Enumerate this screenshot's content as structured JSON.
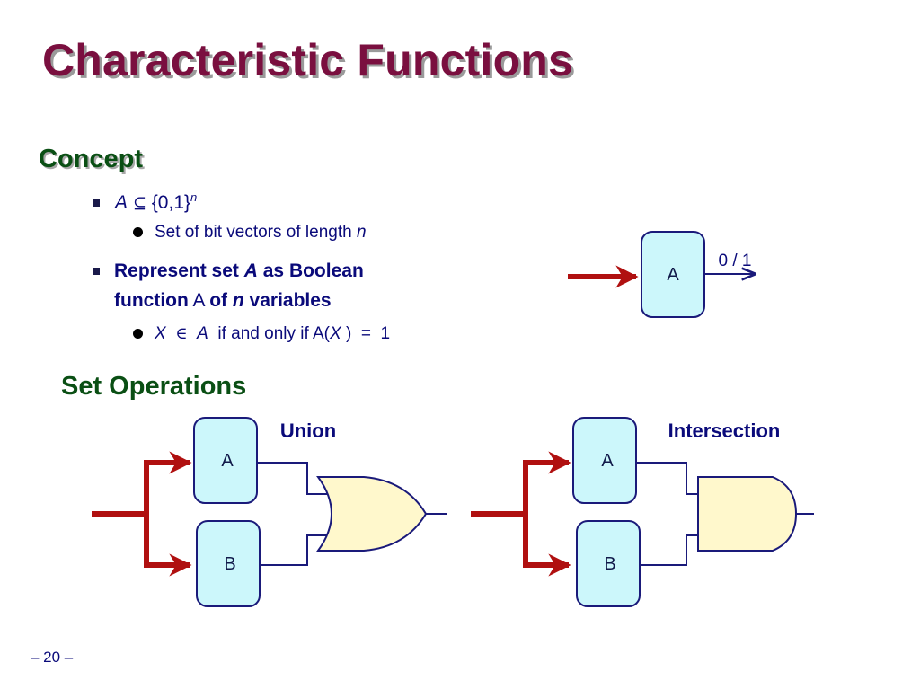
{
  "title": "Characteristic Functions",
  "concept": {
    "heading": "Concept",
    "bullet1": {
      "set_var": "A",
      "subset_symbol": "⊆",
      "set_literal": "{0,1}",
      "exponent": "n",
      "sub": {
        "text": "Set of bit vectors of length",
        "var": "n"
      }
    },
    "bullet2": {
      "line1_prefix": "Represent set",
      "line1_var": "A",
      "line1_suffix": "as Boolean",
      "line2_prefix": "function",
      "line2_func": "A",
      "line2_mid": "of",
      "line2_var": "n",
      "line2_suffix": "variables",
      "sub": {
        "x": "X",
        "in_symbol": "∈",
        "a": "A",
        "text": "if and only if A(",
        "x2": "X",
        "close": ")",
        "eq": "=",
        "one": "1"
      }
    }
  },
  "set_ops": {
    "heading": "Set Operations"
  },
  "diagrams": {
    "single": {
      "box": "A",
      "output": "0 / 1"
    },
    "union": {
      "caption": "Union",
      "box_a": "A",
      "box_b": "B"
    },
    "intersection": {
      "caption": "Intersection",
      "box_a": "A",
      "box_b": "B"
    }
  },
  "colors": {
    "title": "#7a0f3f",
    "heading_green": "#0a4f14",
    "text_navy": "#0a0a7a",
    "arrow_red": "#b01010",
    "box_fill": "#ccf7fb",
    "gate_fill": "#fff8cc"
  },
  "footer": "– 20 –"
}
